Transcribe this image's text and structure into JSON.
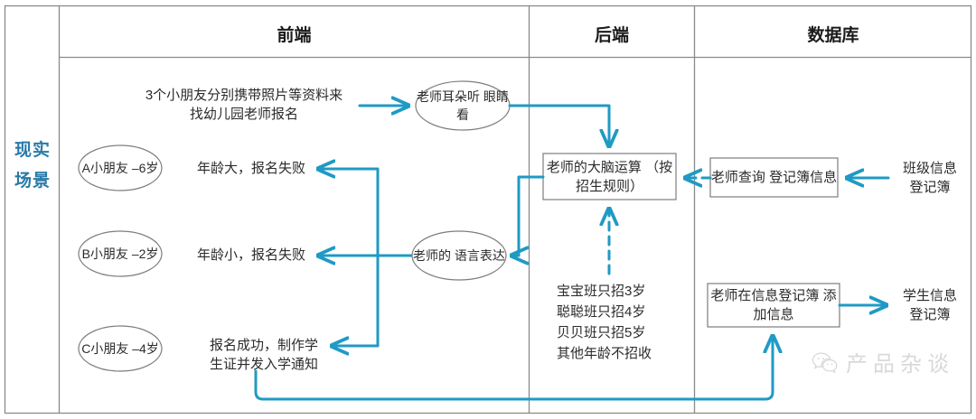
{
  "diagram": {
    "columns": [
      {
        "id": "lane",
        "label": ""
      },
      {
        "id": "frontend",
        "label": "前端"
      },
      {
        "id": "backend",
        "label": "后端"
      },
      {
        "id": "database",
        "label": "数据库"
      }
    ],
    "lane_label": "现实场景",
    "nodes": {
      "intro_text": "3个小朋友分别携带照片等资料来\n找幼儿园老师报名",
      "oval_sense": "老师耳朵听\n眼睛看",
      "oval_speech": "老师的\n语言表达",
      "kid_a": "A小朋友\n–6岁",
      "kid_b": "B小朋友\n–2岁",
      "kid_c": "C小朋友\n–4岁",
      "result_a": "年龄大，报名失败",
      "result_b": "年龄小，报名失败",
      "result_c": "报名成功，制作学\n生证并发入学通知",
      "brain_box": "老师的大脑运算\n（按招生规则）",
      "rules_text": "宝宝班只招3岁\n聪聪班只招4岁\n贝贝班只招5岁\n其他年龄不招收",
      "query_box": "老师查询\n登记簿信息",
      "class_register": "班级信息\n登记簿",
      "add_info_box": "老师在信息登记簿\n添加信息",
      "student_register": "学生信息\n登记簿"
    },
    "watermark": {
      "text": "产品杂谈",
      "icon": "wechat-icon"
    },
    "colors": {
      "flow_line": "#1f9ac4",
      "lane_label": "#2a7aa8",
      "grid": "#8a8a8a",
      "box_border": "#7d7d7d",
      "text": "#2b2b2b",
      "watermark": "#d8d8d8"
    }
  }
}
